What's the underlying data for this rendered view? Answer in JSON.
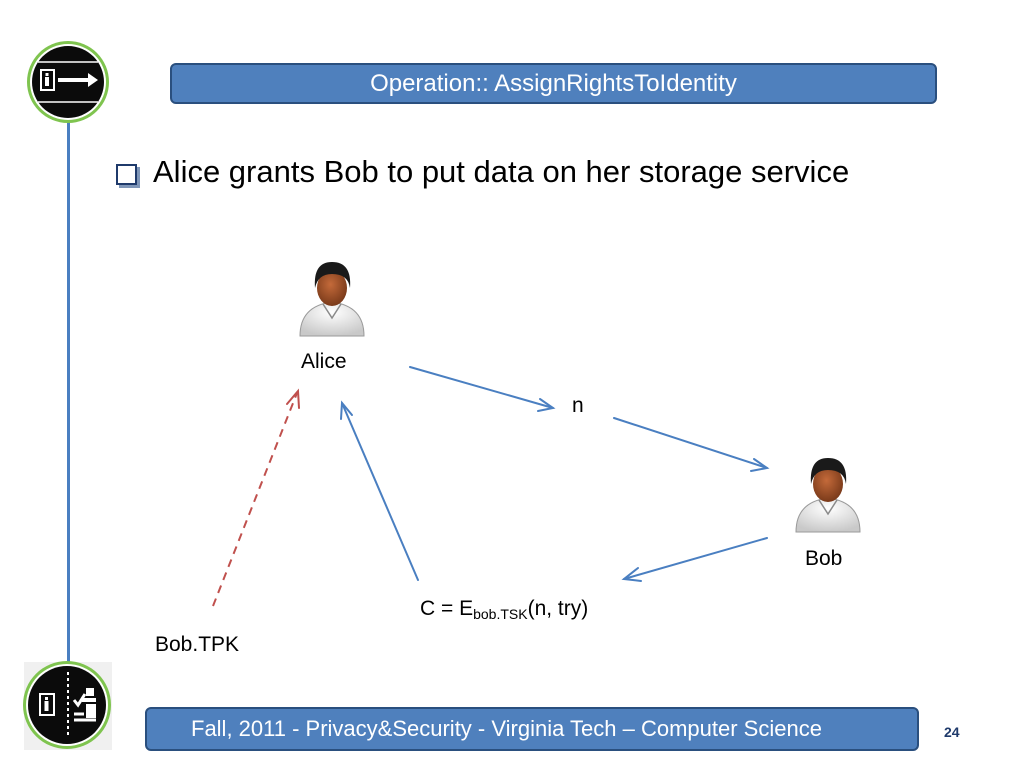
{
  "slide": {
    "title": "Operation:: AssignRightsToIdentity",
    "bullet": "Alice grants Bob to put data on her storage service",
    "footer": "Fall, 2011  - Privacy&Security  - Virginia Tech – Computer Science",
    "page_number": "24"
  },
  "diagram": {
    "alice": "Alice",
    "bob": "Bob",
    "nonce": "n",
    "bob_tpk": "Bob.TPK",
    "cipher_prefix": "C = E",
    "cipher_subscript": "bob.TSK",
    "cipher_suffix": "(n, try)"
  },
  "colors": {
    "accent_blue": "#4f80bd",
    "arrow_blue": "#4a7fc1",
    "dashed_red": "#c0504d",
    "badge_ring": "#7fc44f"
  },
  "icons": {
    "top_badge": "document-arrow-icon",
    "bottom_badge": "document-checklist-icon",
    "person": "person-icon"
  }
}
